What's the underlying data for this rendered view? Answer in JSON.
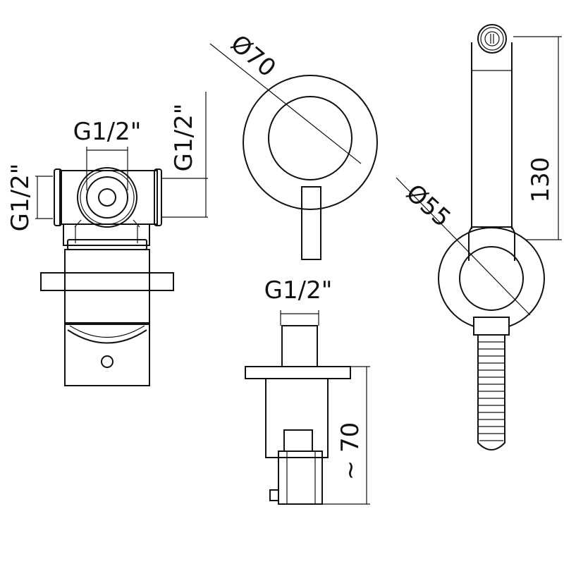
{
  "labels": {
    "left_top": "G1/2\"",
    "left_side": "G1/2\"",
    "left_right": "G1/2\"",
    "plate_diameter": "Ø70",
    "bottom_inlet": "G1/2\"",
    "depth": "~ 70",
    "holder_diameter": "Ø55",
    "handset_length": "130"
  },
  "colors": {
    "line": "#111111",
    "background": "#ffffff"
  }
}
